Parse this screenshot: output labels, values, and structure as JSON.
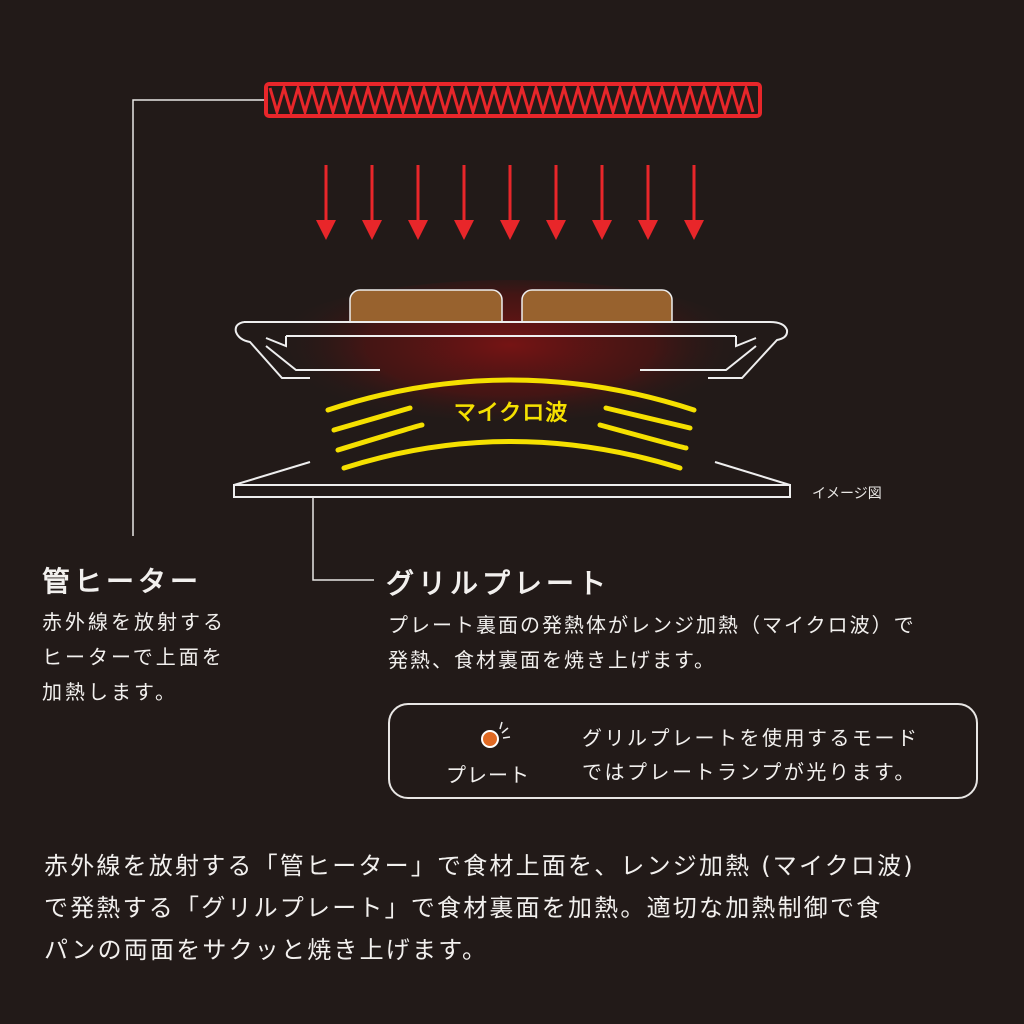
{
  "diagram": {
    "microwave_label": "マイクロ波",
    "image_note": "イメージ図",
    "colors": {
      "background": "#221a18",
      "heater": "#e8262a",
      "bread": "#98622e",
      "microwave": "#f5e000",
      "lamp": "#e06a24"
    }
  },
  "heater": {
    "title": "管ヒーター",
    "description": [
      "赤外線を放射する",
      "ヒーターで上面を",
      "加熱します。"
    ]
  },
  "grill_plate": {
    "title": "グリルプレート",
    "description": [
      "プレート裏面の発熱体がレンジ加熱（マイクロ波）で",
      "発熱、食材裏面を焼き上げます。"
    ]
  },
  "lamp_note": {
    "lamp_label": "プレート",
    "text": [
      "グリルプレートを使用するモード",
      "ではプレートランプが光ります。"
    ]
  },
  "summary": [
    "赤外線を放射する「管ヒーター」で食材上面を、レンジ加熱 (マイクロ波)",
    "で発熱する「グリルプレート」で食材裏面を加熱。適切な加熱制御で食",
    "パンの両面をサクッと焼き上げます。"
  ]
}
